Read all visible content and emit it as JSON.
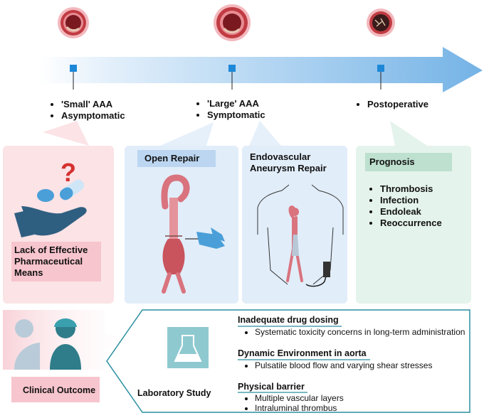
{
  "timeline": {
    "stages": [
      {
        "bullets": [
          "'Small' AAA",
          "Asymptomatic"
        ]
      },
      {
        "bullets": [
          "'Large' AAA",
          "Symptomatic"
        ]
      },
      {
        "bullets": [
          "Postoperative"
        ]
      }
    ]
  },
  "panels": {
    "pharma": {
      "label": "Lack of Effective Pharmaceutical Means"
    },
    "open_repair": {
      "label": "Open Repair"
    },
    "evar": {
      "label": "Endovascular Aneurysm Repair"
    },
    "prognosis": {
      "label": "Prognosis",
      "items": [
        "Thrombosis",
        "Infection",
        "Endoleak",
        "Reoccurrence"
      ]
    }
  },
  "clinical_outcome": {
    "label": "Clinical Outcome"
  },
  "laboratory": {
    "label": "Laboratory Study",
    "challenges": [
      {
        "title": "Inadequate drug dosing",
        "items": [
          "Systematic toxicity concerns in long-term administration"
        ]
      },
      {
        "title": "Dynamic Environment in aorta",
        "items": [
          "Pulsatile blood flow and varying shear stresses"
        ]
      },
      {
        "title": "Physical barrier",
        "items": [
          "Multiple vascular layers",
          "Intraluminal thrombus"
        ]
      }
    ]
  },
  "colors": {
    "pink": "#fbe3e6",
    "blue": "#e1edf9",
    "green": "#e4f3ec",
    "teal": "#2a8ea0",
    "accent_blue": "#1e88d8"
  }
}
